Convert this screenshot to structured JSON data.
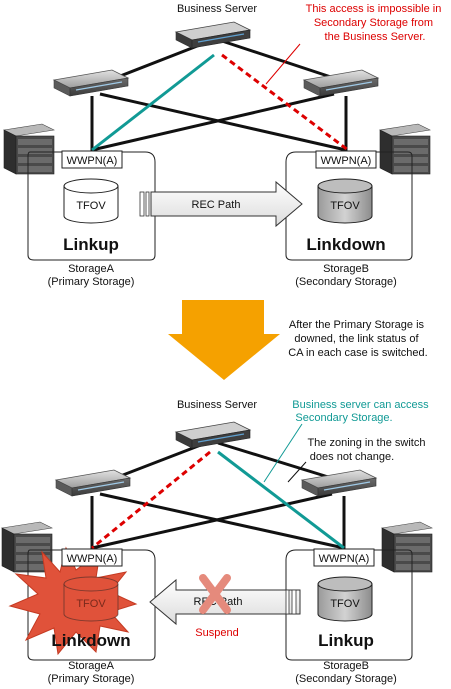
{
  "colors": {
    "accent_red": "#dd0000",
    "accent_teal": "#119a95",
    "arrow_orange": "#f5a100",
    "burst_red": "#e0523a"
  },
  "top": {
    "server_label": "Business Server",
    "note_lines": [
      "This access is impossible in",
      "Secondary Storage from",
      "the Business Server."
    ],
    "wwpn_a": "WWPN(A)",
    "wwpn_b": "WWPN(A)",
    "tfov_a": "TFOV",
    "tfov_b": "TFOV",
    "rec_path": "REC Path",
    "status_a": "Linkup",
    "status_b": "Linkdown",
    "storage_a_name": "StorageA",
    "storage_a_role": "(Primary Storage)",
    "storage_b_name": "StorageB",
    "storage_b_role": "(Secondary Storage)"
  },
  "middle": {
    "note_lines": [
      "After the Primary Storage is",
      "downed, the link status of",
      "CA in each case is switched."
    ]
  },
  "bottom": {
    "server_label": "Business Server",
    "teal_note_lines": [
      "Business server can access",
      "Secondary Storage."
    ],
    "zoning_note_lines": [
      "The zoning in the switch",
      "does not change."
    ],
    "wwpn_a": "WWPN(A)",
    "wwpn_b": "WWPN(A)",
    "tfov_a": "TFOV",
    "tfov_b": "TFOV",
    "rec_path": "REC Path",
    "suspend": "Suspend",
    "status_a": "Linkdown",
    "status_b": "Linkup",
    "storage_a_name": "StorageA",
    "storage_a_role": "(Primary Storage)",
    "storage_b_name": "StorageB",
    "storage_b_role": "(Secondary Storage)"
  }
}
